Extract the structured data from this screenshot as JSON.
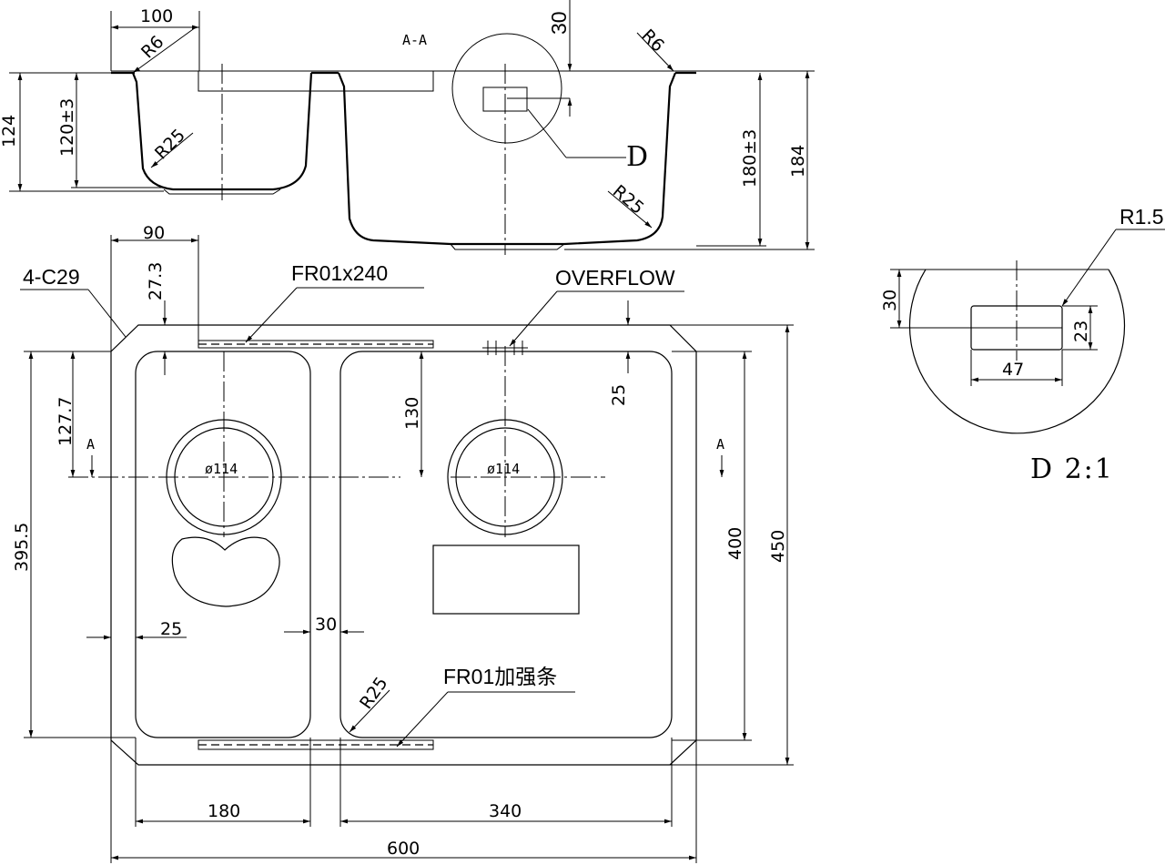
{
  "section": {
    "title": "A-A",
    "dim_left_width": "100",
    "dim_r6_left": "R6",
    "dim_r6_right": "R6",
    "dim_30": "30",
    "dim_124": "124",
    "dim_120": "120±3",
    "dim_r25_left": "R25",
    "dim_r25_right": "R25",
    "dim_180": "180±3",
    "dim_184": "184",
    "detail_ref": "D"
  },
  "plan": {
    "dim_90": "90",
    "dim_27_3": "27.3",
    "chamfer_label": "4-C29",
    "fr_top_label": "FR01x240",
    "overflow_label": "OVERFLOW",
    "dim_25_top": "25",
    "dim_127_7": "127.7",
    "dim_130": "130",
    "section_mark_left": "A",
    "section_mark_right": "A",
    "drain_left": "ø114",
    "drain_right": "ø114",
    "dim_395_5": "395.5",
    "dim_400": "400",
    "dim_450": "450",
    "dim_25_side": "25",
    "dim_30_mid": "30",
    "dim_r25": "R25",
    "fr_bottom_label": "FR01加强条",
    "dim_180": "180",
    "dim_340": "340",
    "dim_600": "600"
  },
  "detail": {
    "dim_r1_5": "R1.5",
    "dim_30": "30",
    "dim_23": "23",
    "dim_47": "47",
    "caption": "D 2:1"
  }
}
